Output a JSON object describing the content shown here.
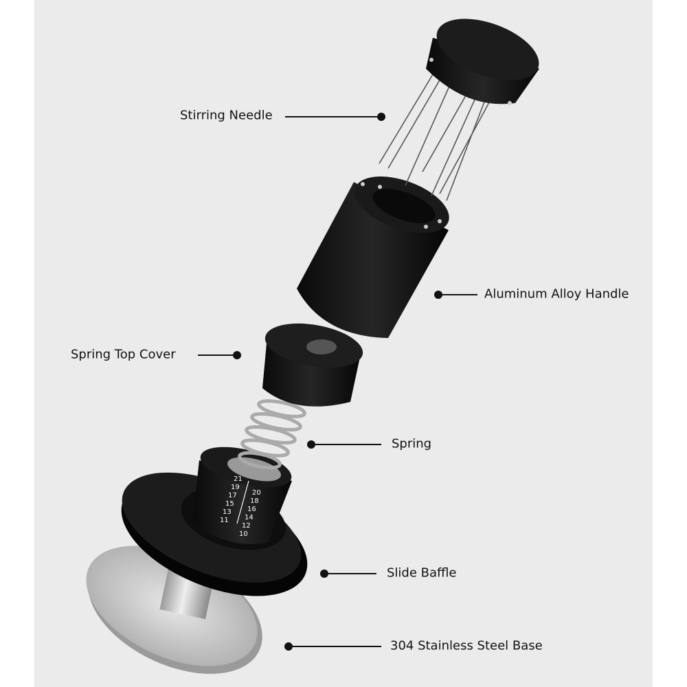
{
  "labels": {
    "stirring_needle": "Stirring Needle",
    "aluminum_alloy_handle": "Aluminum Alloy Handle",
    "spring_top_cover": "Spring Top Cover",
    "spring": "Spring",
    "slide_baffle": "Slide Baffle",
    "base": "304 Stainless Steel Base"
  },
  "scale_marks": {
    "left": [
      "21",
      "19",
      "17",
      "15",
      "13",
      "11"
    ],
    "right": [
      "20",
      "18",
      "16",
      "14",
      "12",
      "10"
    ]
  },
  "colors": {
    "background": "#ebebeb",
    "part_black": "#111111",
    "steel": "#c8c8c8"
  }
}
